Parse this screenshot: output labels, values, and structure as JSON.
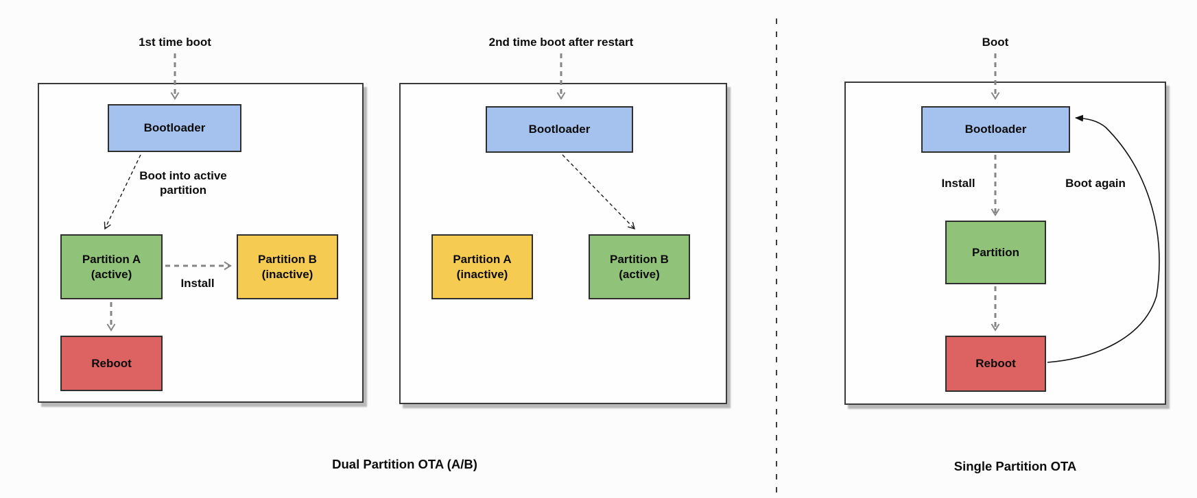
{
  "colors": {
    "bootloader_fill": "#a5c2ee",
    "active_fill": "#90c27a",
    "inactive_fill": "#f6cb52",
    "reboot_fill": "#dc6361"
  },
  "dual": {
    "caption": "Dual Partition OTA (A/B)",
    "first": {
      "top_label": "1st time boot",
      "bootloader": "Bootloader",
      "boot_into_label": "Boot into active\npartition",
      "partition_a": "Partition A\n(active)",
      "install_label": "Install",
      "partition_b": "Partition B\n(inactive)",
      "reboot": "Reboot"
    },
    "second": {
      "top_label": "2nd time boot after restart",
      "bootloader": "Bootloader",
      "partition_a": "Partition A\n(inactive)",
      "partition_b": "Partition B\n(active)"
    }
  },
  "single": {
    "caption": "Single Partition OTA",
    "top_label": "Boot",
    "bootloader": "Bootloader",
    "install_label": "Install",
    "boot_again_label": "Boot again",
    "partition": "Partition",
    "reboot": "Reboot"
  }
}
